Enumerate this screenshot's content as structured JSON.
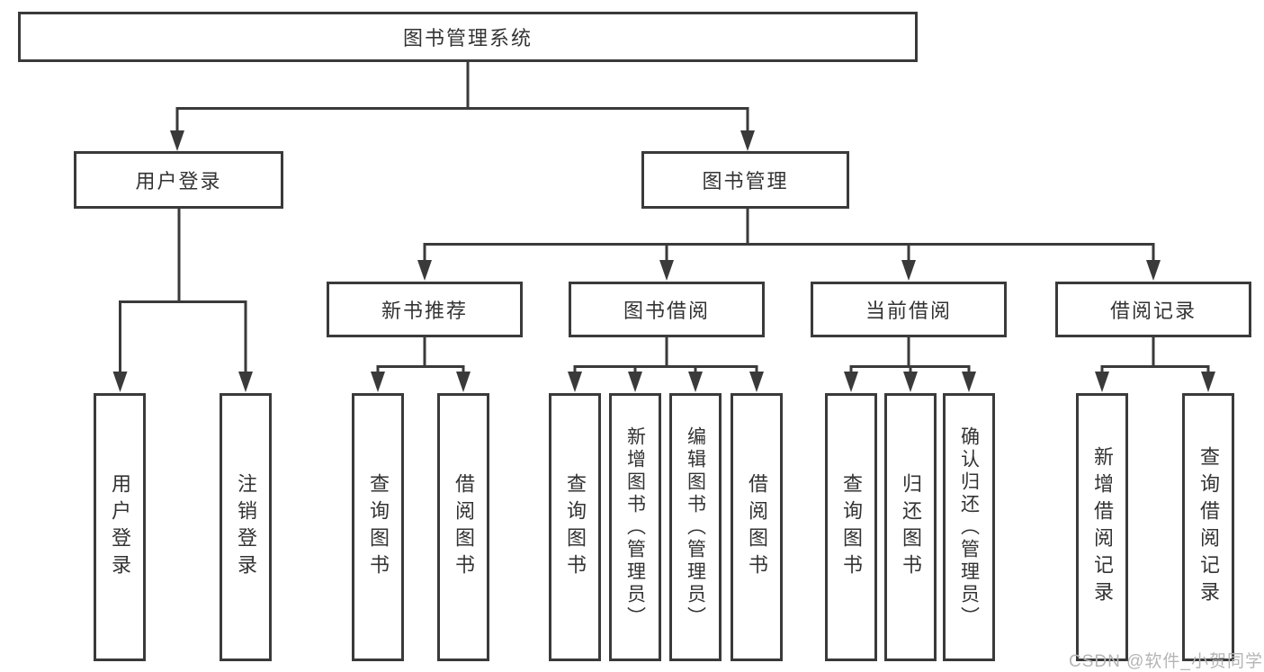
{
  "diagram": {
    "title": "图书管理系统",
    "root": {
      "label": "图书管理系统"
    },
    "level2": [
      {
        "label": "用户登录"
      },
      {
        "label": "图书管理"
      }
    ],
    "level3": [
      {
        "label": "新书推荐",
        "parent": "图书管理"
      },
      {
        "label": "图书借阅",
        "parent": "图书管理"
      },
      {
        "label": "当前借阅",
        "parent": "图书管理"
      },
      {
        "label": "借阅记录",
        "parent": "图书管理"
      }
    ],
    "leaves": [
      {
        "label": "用户登录",
        "parent": "用户登录"
      },
      {
        "label": "注销登录",
        "parent": "用户登录"
      },
      {
        "label": "查询图书",
        "parent": "新书推荐"
      },
      {
        "label": "借阅图书",
        "parent": "新书推荐"
      },
      {
        "label": "查询图书",
        "parent": "图书借阅"
      },
      {
        "label": "新增图书（管理员）",
        "parent": "图书借阅"
      },
      {
        "label": "编辑图书（管理员）",
        "parent": "图书借阅"
      },
      {
        "label": "借阅图书",
        "parent": "图书借阅"
      },
      {
        "label": "查询图书",
        "parent": "当前借阅"
      },
      {
        "label": "归还图书",
        "parent": "当前借阅"
      },
      {
        "label": "确认归还（管理员）",
        "parent": "当前借阅"
      },
      {
        "label": "新增借阅记录",
        "parent": "借阅记录"
      },
      {
        "label": "查询借阅记录",
        "parent": "借阅记录"
      }
    ]
  },
  "watermark": {
    "text": "CSDN @软件_小贺同学"
  },
  "colors": {
    "line": "#3a3a3a",
    "text": "#333333",
    "box_fill": "#ffffff",
    "watermark": "#b5b5b5",
    "background": "#ffffff"
  }
}
